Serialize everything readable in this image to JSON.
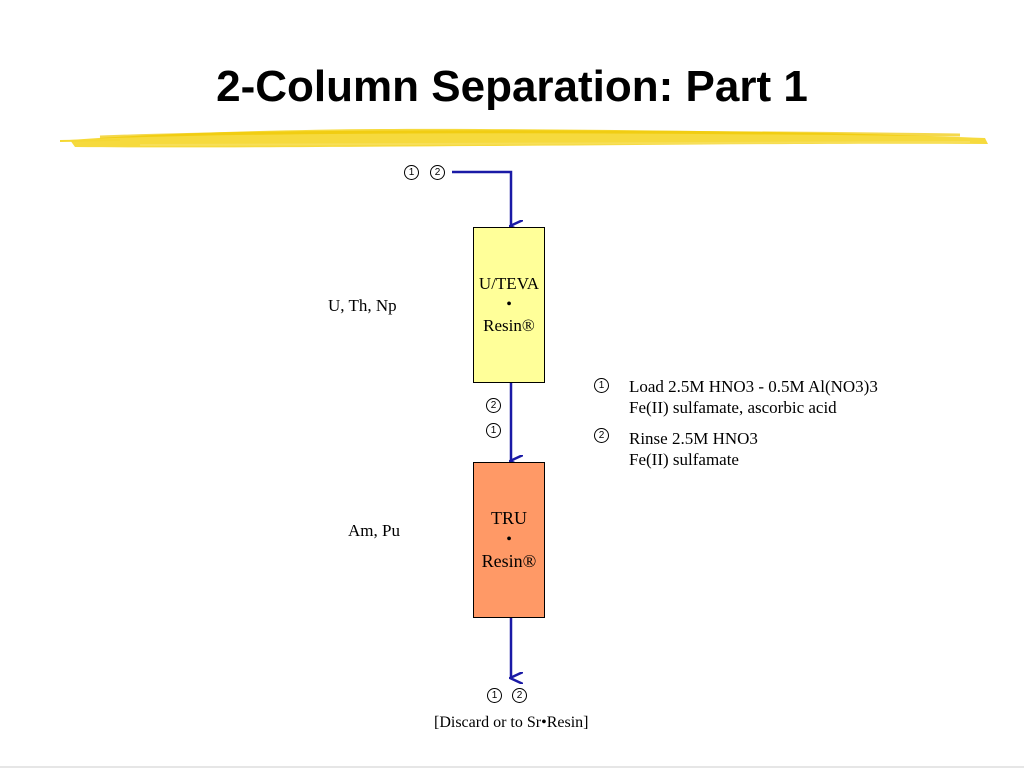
{
  "title": "2-Column Separation: Part 1",
  "colors": {
    "arrow": "#1a1aa6",
    "column1_fill": "#ffff99",
    "column2_fill": "#ff9966",
    "brush": "#f5d833"
  },
  "columns": [
    {
      "line1": "U/TEVA",
      "dot": "•",
      "line2": "Resin®",
      "side_label": "U, Th, Np"
    },
    {
      "line1": "TRU",
      "dot": "•",
      "line2": "Resin®",
      "side_label": "Am, Pu"
    }
  ],
  "markers": {
    "one": "1",
    "two": "2"
  },
  "steps": [
    {
      "number": "1",
      "line1": "Load 2.5M HNO3 - 0.5M Al(NO3)3",
      "line2": "Fe(II) sulfamate, ascorbic acid"
    },
    {
      "number": "2",
      "line1": "Rinse 2.5M HNO3",
      "line2": "Fe(II) sulfamate"
    }
  ],
  "output_label": "[Discard or to Sr•Resin]"
}
